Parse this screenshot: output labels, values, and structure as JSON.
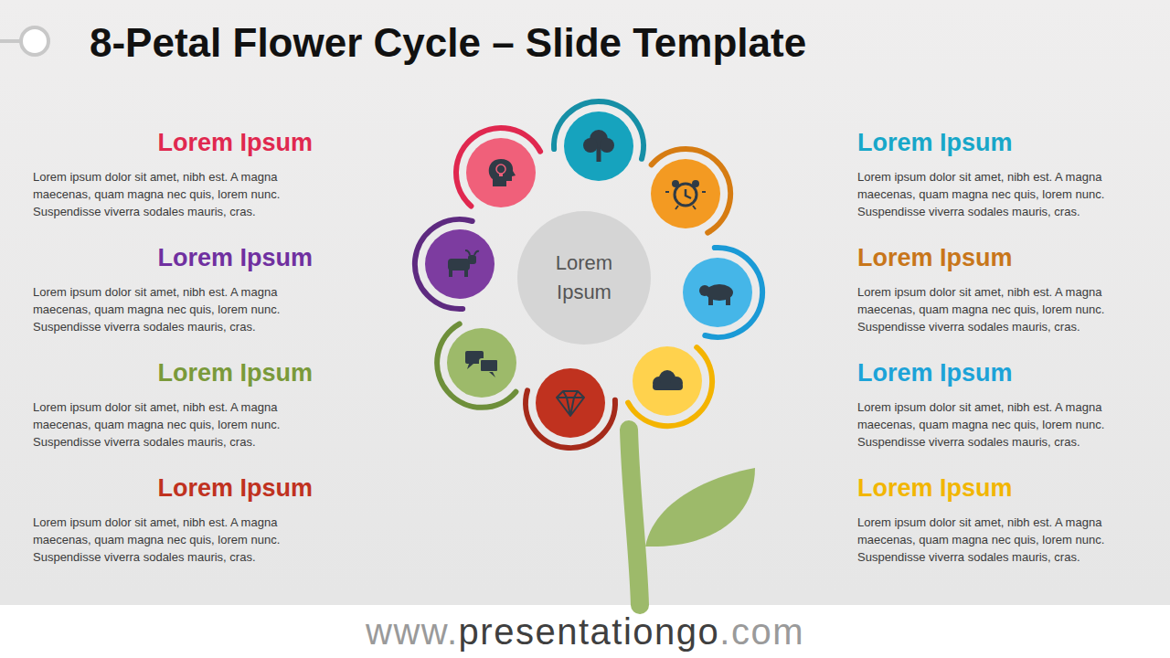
{
  "diagram": {
    "title": "8-Petal Flower Cycle – Slide Template",
    "nodes": [
      {
        "text": [
          "Lorem Ipsum"
        ]
      }
    ],
    "labels": [
      "Lorem Ipsum",
      "Lorem ipsum dolor sit amet, nibh est. A magna maecenas, quam magna nec quis, lorem nunc. Suspendisse viverra sodales mauris, cras.",
      "Lorem Ipsum",
      "Lorem ipsum dolor sit amet, nibh est. A magna maecenas, quam magna nec quis, lorem nunc. Suspendisse viverra sodales mauris, cras.",
      "Lorem Ipsum",
      "Lorem ipsum dolor sit amet, nibh est. A magna maecenas, quam magna nec quis, lorem nunc. Suspendisse viverra sodales mauris, cras.",
      "Lorem Ipsum",
      "Lorem ipsum dolor sit amet, nibh est. A magna maecenas, quam magna nec quis, lorem nunc. Suspendisse viverra sodales mauris, cras.",
      "Lorem Ipsum",
      "Lorem ipsum dolor sit amet, nibh est. A magna maecenas, quam magna nec quis, lorem nunc. Suspendisse viverra sodales mauris, cras.",
      "Lorem Ipsum",
      "Lorem ipsum dolor sit amet, nibh est. A magna maecenas, quam magna nec quis, lorem nunc. Suspendisse viverra sodales mauris, cras.",
      "Lorem Ipsum",
      "Lorem ipsum dolor sit amet, nibh est. A magna maecenas, quam magna nec quis, lorem nunc. Suspendisse viverra sodales mauris, cras.",
      "Lorem Ipsum",
      "Lorem ipsum dolor sit amet, nibh est. A magna maecenas, quam magna nec quis, lorem nunc. Suspendisse viverra sodales mauris, cras.",
      "www.",
      "presentationgo",
      ".com"
    ]
  }
}
